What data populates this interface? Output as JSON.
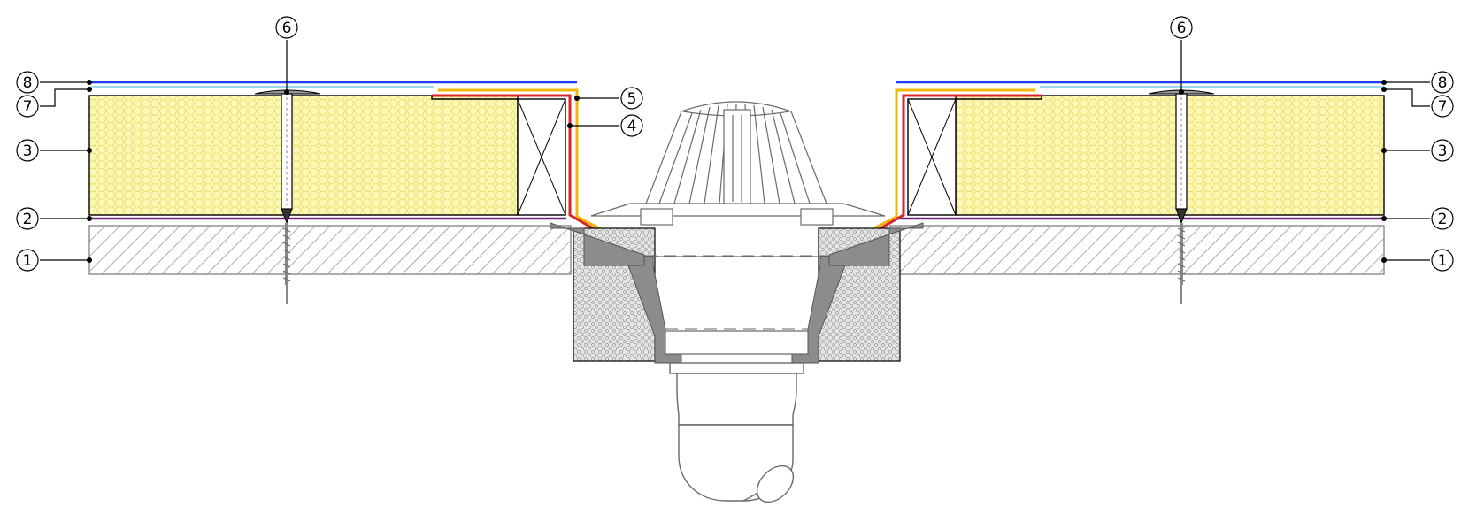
{
  "callouts": {
    "c1": "1",
    "c2": "2",
    "c3": "3",
    "c4": "4",
    "c5": "5",
    "c6": "6",
    "c7": "7",
    "c8": "8"
  },
  "colors": {
    "concrete_hatch": "#8a8a8a",
    "insulation_fill": "#fdf7b6",
    "insulation_cell": "#e9df70",
    "vapour_barrier": "#6b2a73",
    "top_membrane": "#1f3cff",
    "separation_layer": "#9ed8f0",
    "membrane_red": "#d8262b",
    "membrane_yellow": "#f2b60d",
    "drain_body": "#8c8c8c",
    "drain_outline": "#6a6a6a",
    "mineral_wool_fill": "#e4e4e4"
  }
}
